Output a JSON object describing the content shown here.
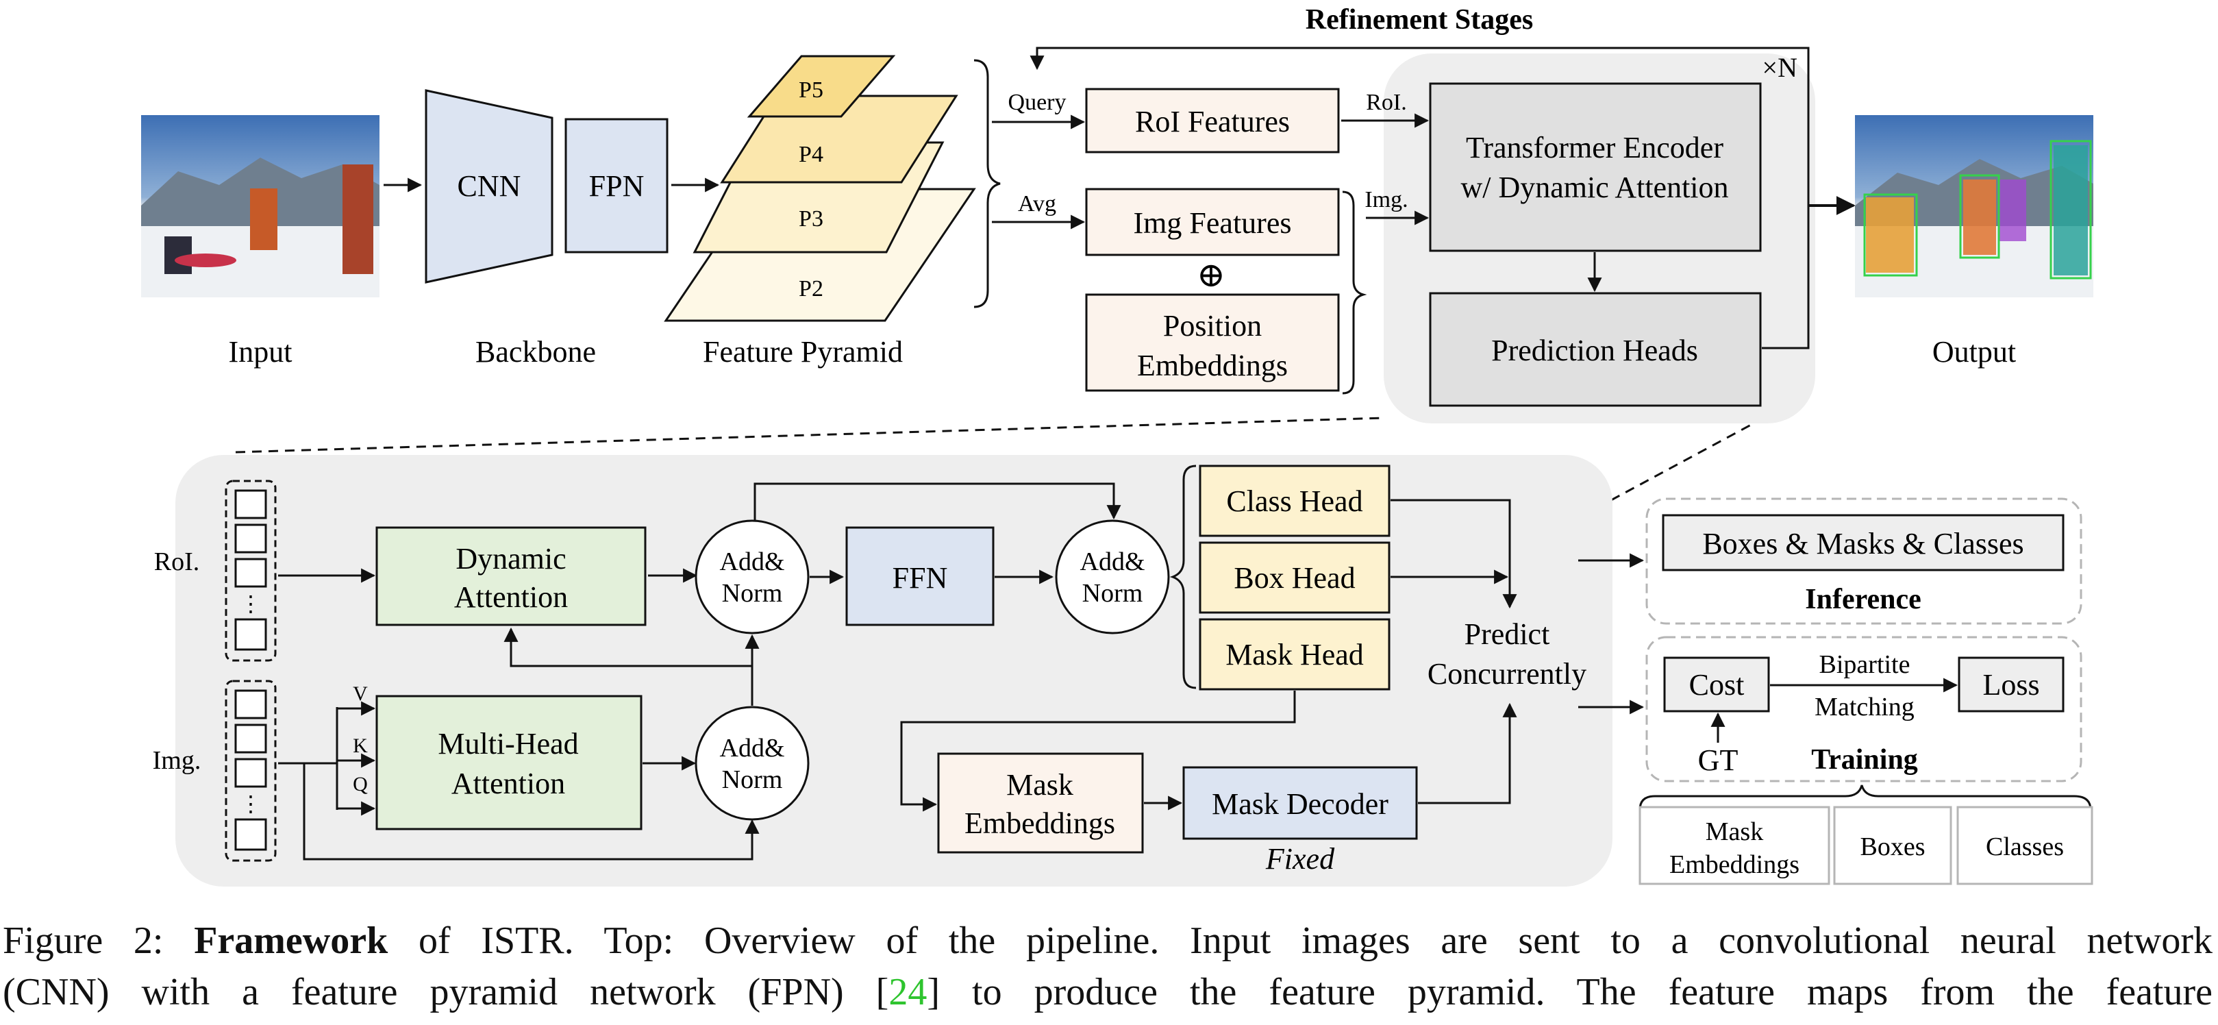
{
  "top": {
    "input_label": "Input",
    "cnn": "CNN",
    "fpn": "FPN",
    "backbone_label": "Backbone",
    "pyramid_levels": [
      "P5",
      "P4",
      "P3",
      "P2"
    ],
    "pyramid_label": "Feature Pyramid",
    "query_label": "Query",
    "avg_label": "Avg",
    "roi_features": "RoI Features",
    "img_features": "Img Features",
    "oplus": "⊕",
    "position_embeddings": [
      "Position",
      "Embeddings"
    ],
    "roi_label": "RoI.",
    "img_label": "Img.",
    "refinement_title": "Refinement Stages",
    "repeat_label": "×N",
    "transformer_encoder": [
      "Transformer Encoder",
      "w/ Dynamic Attention"
    ],
    "prediction_heads": "Prediction Heads",
    "output_label": "Output"
  },
  "bottom": {
    "roi_label": "RoI.",
    "img_label": "Img.",
    "dots": "⋮",
    "dynamic_attention": [
      "Dynamic",
      "Attention"
    ],
    "multi_head_attention": [
      "Multi-Head",
      "Attention"
    ],
    "v": "V",
    "k": "K",
    "q": "Q",
    "add_norm": [
      "Add&",
      "Norm"
    ],
    "ffn": "FFN",
    "class_head": "Class Head",
    "box_head": "Box Head",
    "mask_head": "Mask Head",
    "predict": [
      "Predict",
      "Concurrently"
    ],
    "mask_embeddings": [
      "Mask",
      "Embeddings"
    ],
    "mask_decoder": "Mask Decoder",
    "fixed": "Fixed",
    "inference_box": "Boxes & Masks & Classes",
    "inference_label": "Inference",
    "cost": "Cost",
    "bipartite": [
      "Bipartite",
      "Matching"
    ],
    "loss": "Loss",
    "gt": "GT",
    "training_label": "Training",
    "gt_items": [
      [
        "Mask",
        "Embeddings"
      ],
      [
        "Boxes"
      ],
      [
        "Classes"
      ]
    ]
  },
  "caption": {
    "line1_a": "Figure 2: ",
    "line1_bold": "Framework",
    "line1_b": " of ISTR. Top: Overview of the pipeline. Input images are sent to a convolutional neural network",
    "line2_a": "(CNN) with a feature pyramid network (FPN) [",
    "line2_ref": "24",
    "line2_b": "] to produce the feature pyramid. The feature maps from the feature"
  },
  "colors": {
    "blue_box": "#dce4f2",
    "green_box": "#e3f0da",
    "yellow_box": "#fdf2cf",
    "peach_box": "#fcf3ec",
    "gray_box": "#e3e3e3",
    "panel": "#f2f2f2",
    "cite_green": "#2ec42e"
  }
}
